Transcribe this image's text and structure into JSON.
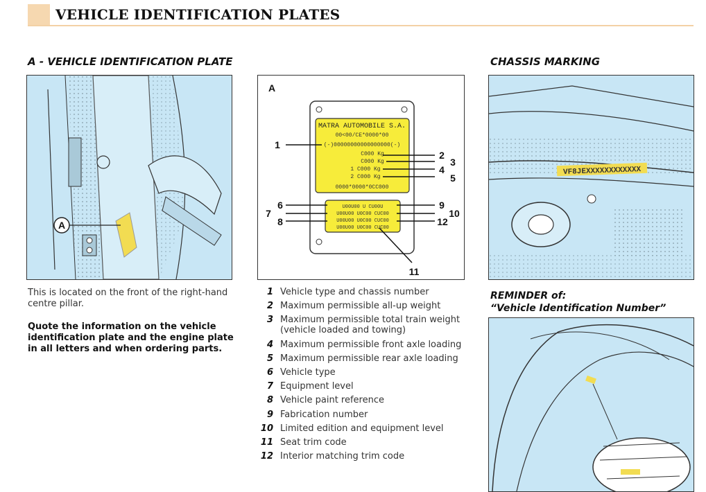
{
  "header": {
    "title": "VEHICLE IDENTIFICATION PLATES"
  },
  "section_a": {
    "heading": "A - VEHICLE IDENTIFICATION PLATE",
    "callout": "A",
    "location_text": "This is located on the front of the right-hand centre pillar.",
    "quote_text": "Quote the information on the vehicle identification plate and the engine plate in all letters and when ordering parts."
  },
  "plate": {
    "label": "A",
    "maker": "MATRA AUTOMOBILE S.A.",
    "line2": "00<00/CE*0000*00",
    "vin": "(-)00000000000000000(-)",
    "c1": "C000 Kg",
    "c2": "C000 Kg",
    "c3": "1  C000 Kg",
    "c4": "2  C000 Kg",
    "bottom": "0000*0000*0CC000",
    "lower_row1": "U00U00   U CU00U",
    "lower_row2": "U00U00  U0C00  CUC00",
    "lower_row3": "U00U00  U0C00  CUC00",
    "lower_row4": "U00U00  U0C00  CUC00",
    "callouts": [
      "1",
      "2",
      "3",
      "4",
      "5",
      "6",
      "7",
      "8",
      "9",
      "10",
      "11",
      "12"
    ]
  },
  "legend": [
    {
      "num": "1",
      "text": "Vehicle type and chassis number"
    },
    {
      "num": "2",
      "text": "Maximum permissible all-up weight"
    },
    {
      "num": "3",
      "text": "Maximum permissible total train weight (vehicle loaded and towing)"
    },
    {
      "num": "4",
      "text": "Maximum permissible front axle loading"
    },
    {
      "num": "5",
      "text": "Maximum permissible rear axle loading"
    },
    {
      "num": "6",
      "text": "Vehicle type"
    },
    {
      "num": "7",
      "text": "Equipment level"
    },
    {
      "num": "8",
      "text": "Vehicle paint reference"
    },
    {
      "num": "9",
      "text": "Fabrication number"
    },
    {
      "num": "10",
      "text": "Limited edition and equipment level"
    },
    {
      "num": "11",
      "text": "Seat trim code"
    },
    {
      "num": "12",
      "text": "Interior matching trim code"
    }
  ],
  "chassis": {
    "heading": "CHASSIS MARKING",
    "vin_marking": "VF8JEXXXXXXXXXXXX"
  },
  "reminder": {
    "heading_line1": "REMINDER of:",
    "heading_line2": "“Vehicle Identification Number”"
  },
  "colors": {
    "figure_blue": "#c8e6f5",
    "plate_yellow": "#f7ec3a",
    "highlight_yellow": "#f2dc52",
    "title_tab": "#f6d8b0"
  }
}
